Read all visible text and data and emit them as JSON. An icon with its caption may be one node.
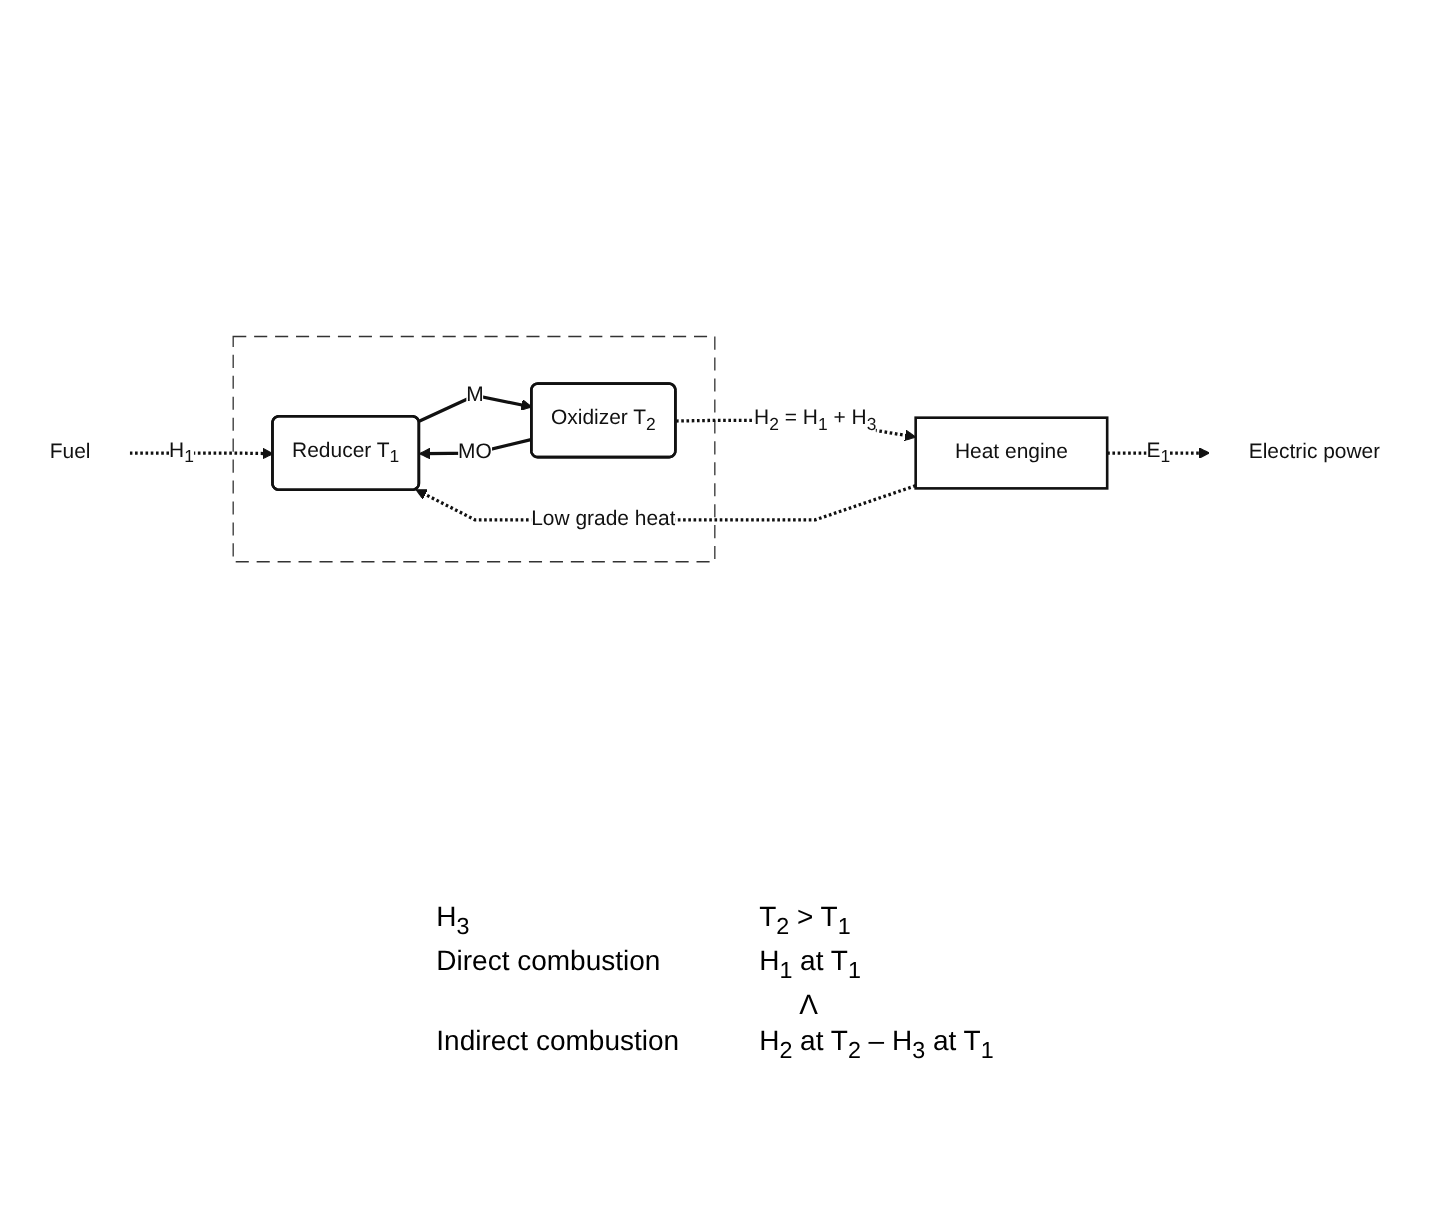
{
  "diagram": {
    "nodes": [
      {
        "text": [],
        "shape": "box"
      },
      {
        "text": [
          "Reducer T$_{1}$"
        ],
        "in": 0
      },
      {
        "text": [
          "Oxidizer T$_{2}$"
        ],
        "in": 0
      },
      {
        "text": [
          "Heat engine"
        ]
      },
      {
        "text": [
          "Fuel"
        ]
      },
      {
        "text": [
          "Electric power"
        ]
      }
    ],
    "edges": [
      {
        "from": 4,
        "to": 1,
        "arrow": "to",
        "label": "H$_{1}$",
        "style": "dashed"
      },
      {
        "from": 2,
        "to": 1,
        "arrow": "to",
        "label": "MO"
      },
      {
        "from": 1,
        "to": 2,
        "arrow": "to",
        "label": "M"
      },
      {
        "from": 2,
        "to": 3,
        "arrow": "to",
        "label": "H$_{2}$ = H$_{1}$ + H$_{3}$",
        "style": "dashed"
      },
      {
        "from": 3,
        "to": 1,
        "arrow": "to",
        "label": "Low grade heat",
        "style": "dashed"
      },
      {
        "from": 3,
        "to": 5,
        "arrow": "to",
        "label": "E$_{1}$",
        "style": "dashed"
      }
    ],
    "labels": [
      "H$_{3}$",
      "T$_{2}$ > T$_{1}$",
      "Direct combustion",
      "H$_{1}$ at T$_{1}$",
      "Λ",
      "Indirect combustion",
      "H$_{2}$ at T$_{2}$ – H$_{3}$ at T$_{1}$"
    ]
  }
}
